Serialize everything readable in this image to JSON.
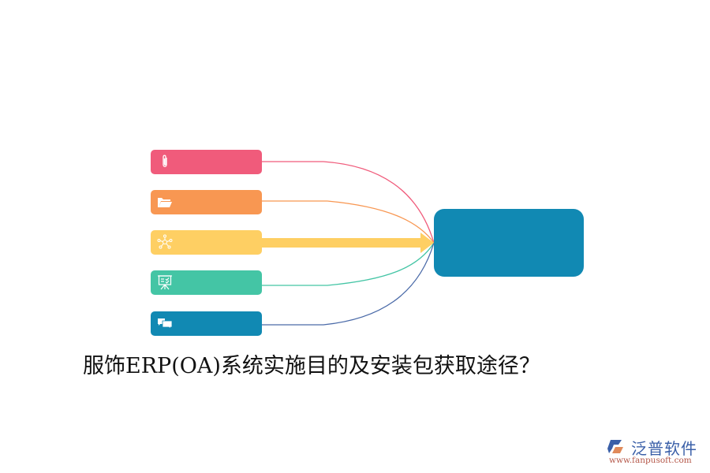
{
  "diagram": {
    "title": "服饰ERP(OA)系统实施目的及安装包获取途径？",
    "items": [
      {
        "icon": "paperclip-icon",
        "color": "#f05b7b",
        "line_color": "#f05b7b"
      },
      {
        "icon": "folder-open-icon",
        "color": "#f89752",
        "line_color": "#f89752"
      },
      {
        "icon": "network-icon",
        "color": "#fecf63",
        "line_color": "#fecf63",
        "highlighted": true
      },
      {
        "icon": "presentation-board-icon",
        "color": "#44c5a5",
        "line_color": "#44c5a5"
      },
      {
        "icon": "chat-bubbles-icon",
        "color": "#1189b3",
        "line_color": "#4a6aa8"
      }
    ],
    "center": {
      "color": "#1189b3"
    }
  },
  "logo": {
    "name": "泛普软件",
    "url": "www.fanpusoft.com"
  }
}
